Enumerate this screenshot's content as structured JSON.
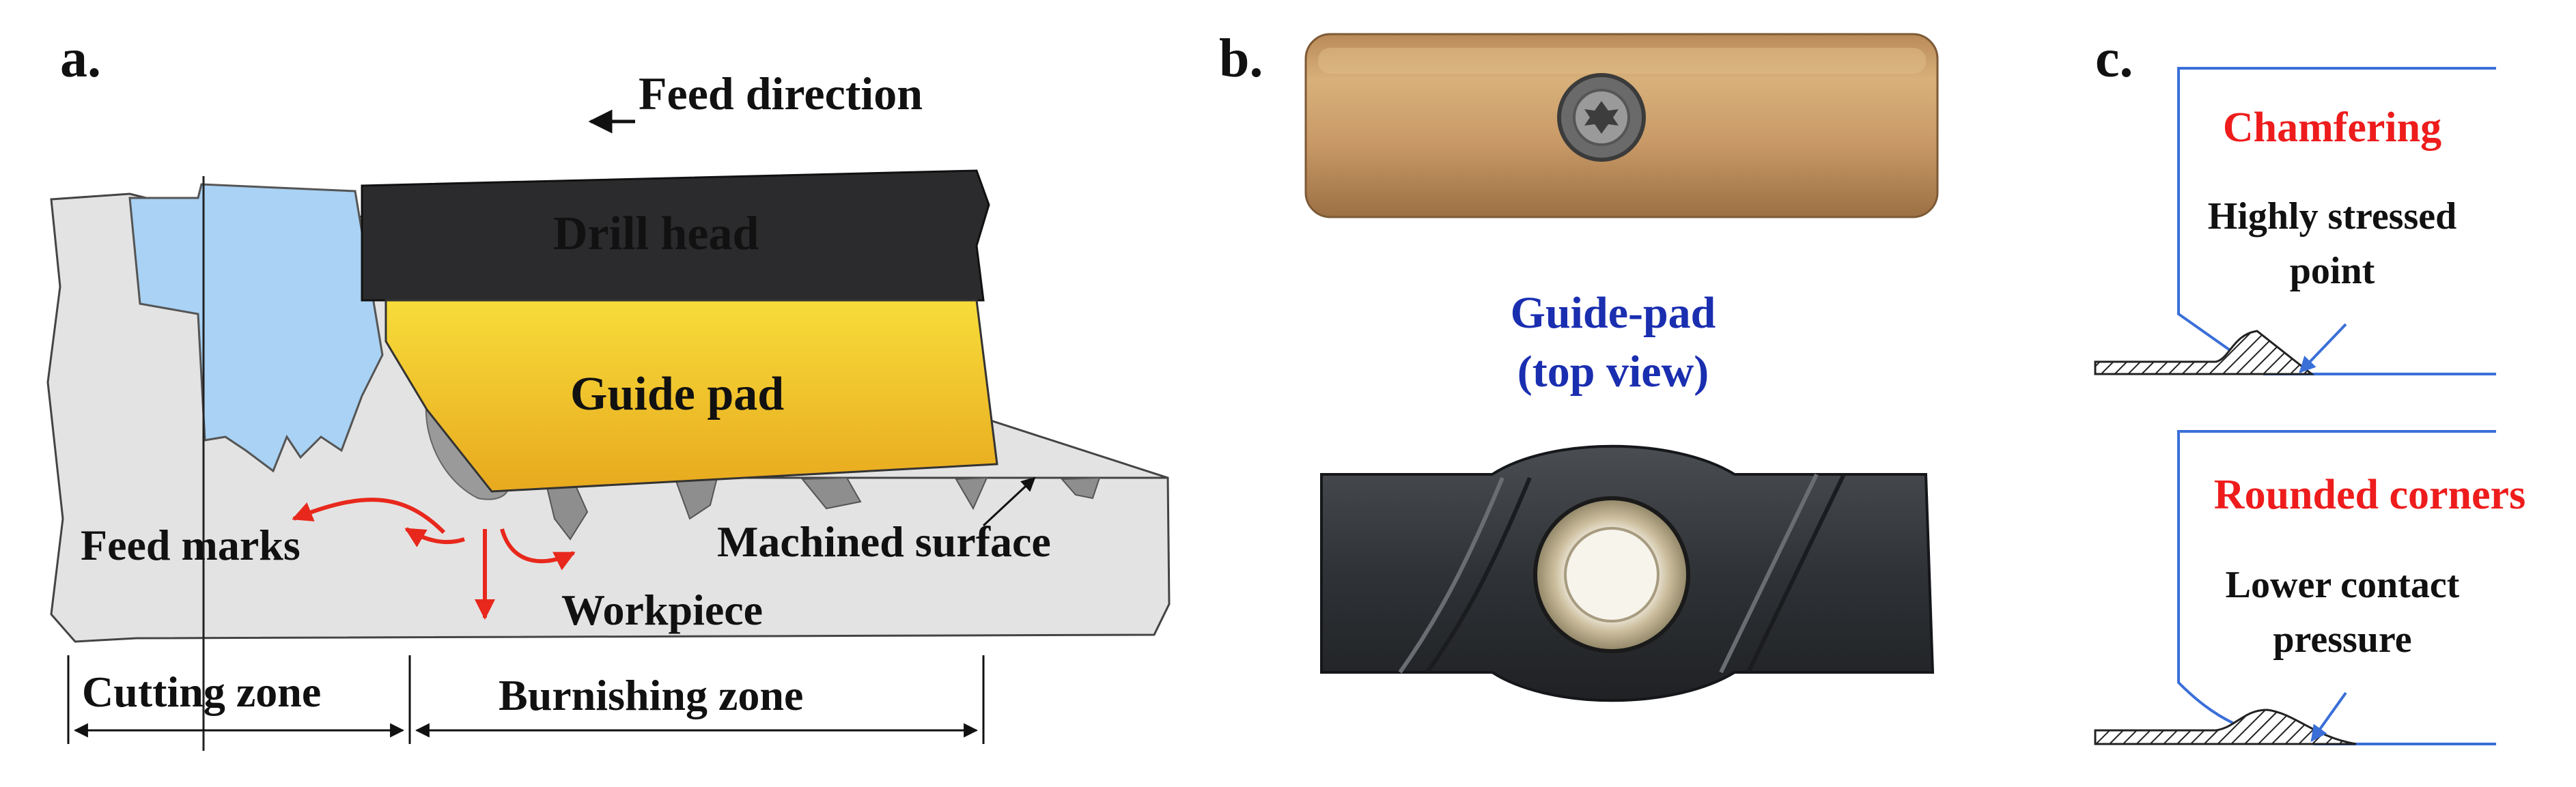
{
  "panel_a": {
    "label": "a.",
    "feed_direction": "Feed direction",
    "drill_head": "Drill head",
    "guide_pad": "Guide pad",
    "feed_marks": "Feed marks",
    "machined_surface": "Machined surface",
    "workpiece": "Workpiece",
    "cutting_zone": "Cutting zone",
    "burnishing_zone": "Burnishing zone"
  },
  "panel_b": {
    "label": "b.",
    "caption_line1": "Guide-pad",
    "caption_line2": "(top view)"
  },
  "panel_c": {
    "label": "c.",
    "chamfering": "Chamfering",
    "highly_stressed_line1": "Highly stressed",
    "highly_stressed_line2": "point",
    "rounded_corners": "Rounded corners",
    "lower_contact_line1": "Lower contact",
    "lower_contact_line2": "pressure"
  },
  "colors": {
    "drill_head": "#2b2b2d",
    "guide_pad_gold": "#f2c21a",
    "coolant_blue": "#a9d2f4",
    "workpiece_grey": "#e3e3e3",
    "arrow_red": "#e8281c",
    "label_red": "#ee1c1c",
    "caption_blue": "#1a2eb0",
    "outline_blue": "#3a6fd8"
  }
}
